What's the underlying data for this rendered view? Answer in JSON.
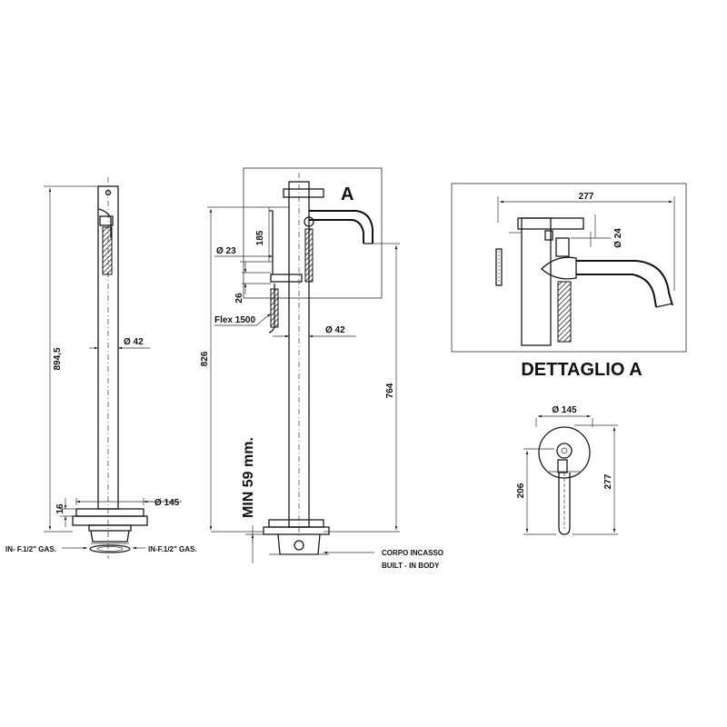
{
  "left_view": {
    "height_total": "894,5",
    "diameter_stem": "Ø 42",
    "base_height": "16",
    "base_diameter": "Ø 145",
    "inlet_left": "IN- F.1/2\" GAS.",
    "inlet_right": "IN-F.1/2\" GAS."
  },
  "center_view": {
    "detail_marker": "A",
    "hose_diameter": "Ø 23",
    "dim_185": "185",
    "dim_26": "26",
    "flex_label": "Flex 1500",
    "diameter_stem": "Ø 42",
    "height_826": "826",
    "height_764": "764",
    "min_label": "MIN 59 mm.",
    "body_label_it": "CORPO INCASSO",
    "body_label_en": "BUILT - IN BODY"
  },
  "detail_a": {
    "title": "DETTAGLIO A",
    "width": "277",
    "diameter": "Ø 24"
  },
  "front_view": {
    "diameter": "Ø 145",
    "height_206": "206",
    "height_277": "277"
  }
}
